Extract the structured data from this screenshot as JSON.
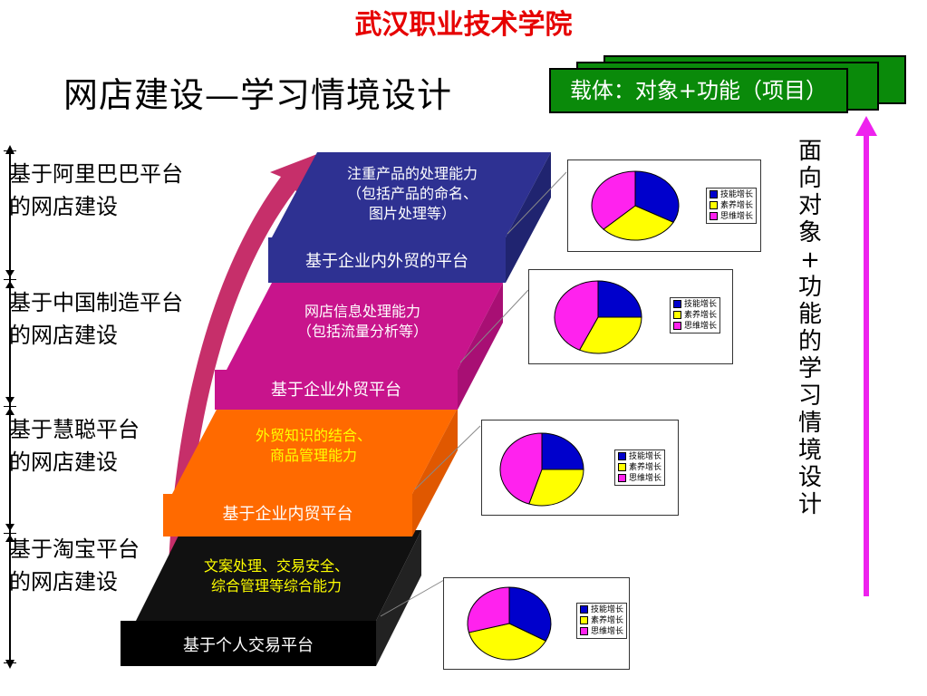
{
  "school": "武汉职业技术学院",
  "title": "网店建设—学习情境设计",
  "carrier": "载体：对象+功能（项目）",
  "vertical_text": [
    "面",
    "向",
    "对",
    "象",
    "+",
    "功",
    "能",
    "的",
    "学",
    "习",
    "情",
    "境",
    "设",
    "计"
  ],
  "colors": {
    "green": "#0a8a0a",
    "navy": "#2e3192",
    "magenta": "#c8148c",
    "orange": "#ff6a00",
    "black": "#000000",
    "arrow": "#ee22ee"
  },
  "levels": [
    {
      "label_line1": "基于阿里巴巴平台",
      "label_line2": "的网店建设",
      "ability": [
        "注重产品的处理能力",
        "（包括产品的命名、",
        "图片处理等）"
      ],
      "platform": "基于企业内外贸的平台"
    },
    {
      "label_line1": "基于中国制造平台",
      "label_line2": "的网店建设",
      "ability": [
        "网店信息处理能力",
        "（包括流量分析等）"
      ],
      "platform": "基于企业外贸平台"
    },
    {
      "label_line1": "基于慧聪平台",
      "label_line2": "的网店建设",
      "ability": [
        "外贸知识的结合、",
        "商品管理能力"
      ],
      "platform": "基于企业内贸平台"
    },
    {
      "label_line1": "基于淘宝平台",
      "label_line2": "的网店建设",
      "ability": [
        "文案处理、交易安全、",
        "综合管理等综合能力"
      ],
      "platform": "基于个人交易平台"
    }
  ],
  "legend": [
    {
      "label": "技能增长",
      "color": "#0000cc"
    },
    {
      "label": "素养增长",
      "color": "#ffff00"
    },
    {
      "label": "思维增长",
      "color": "#ff22ee"
    }
  ],
  "pies": [
    {
      "skill": 0.33,
      "literacy": 0.3,
      "thinking": 0.37
    },
    {
      "skill": 0.25,
      "literacy": 0.32,
      "thinking": 0.43
    },
    {
      "skill": 0.25,
      "literacy": 0.3,
      "thinking": 0.45
    },
    {
      "skill": 0.33,
      "literacy": 0.38,
      "thinking": 0.29
    }
  ]
}
